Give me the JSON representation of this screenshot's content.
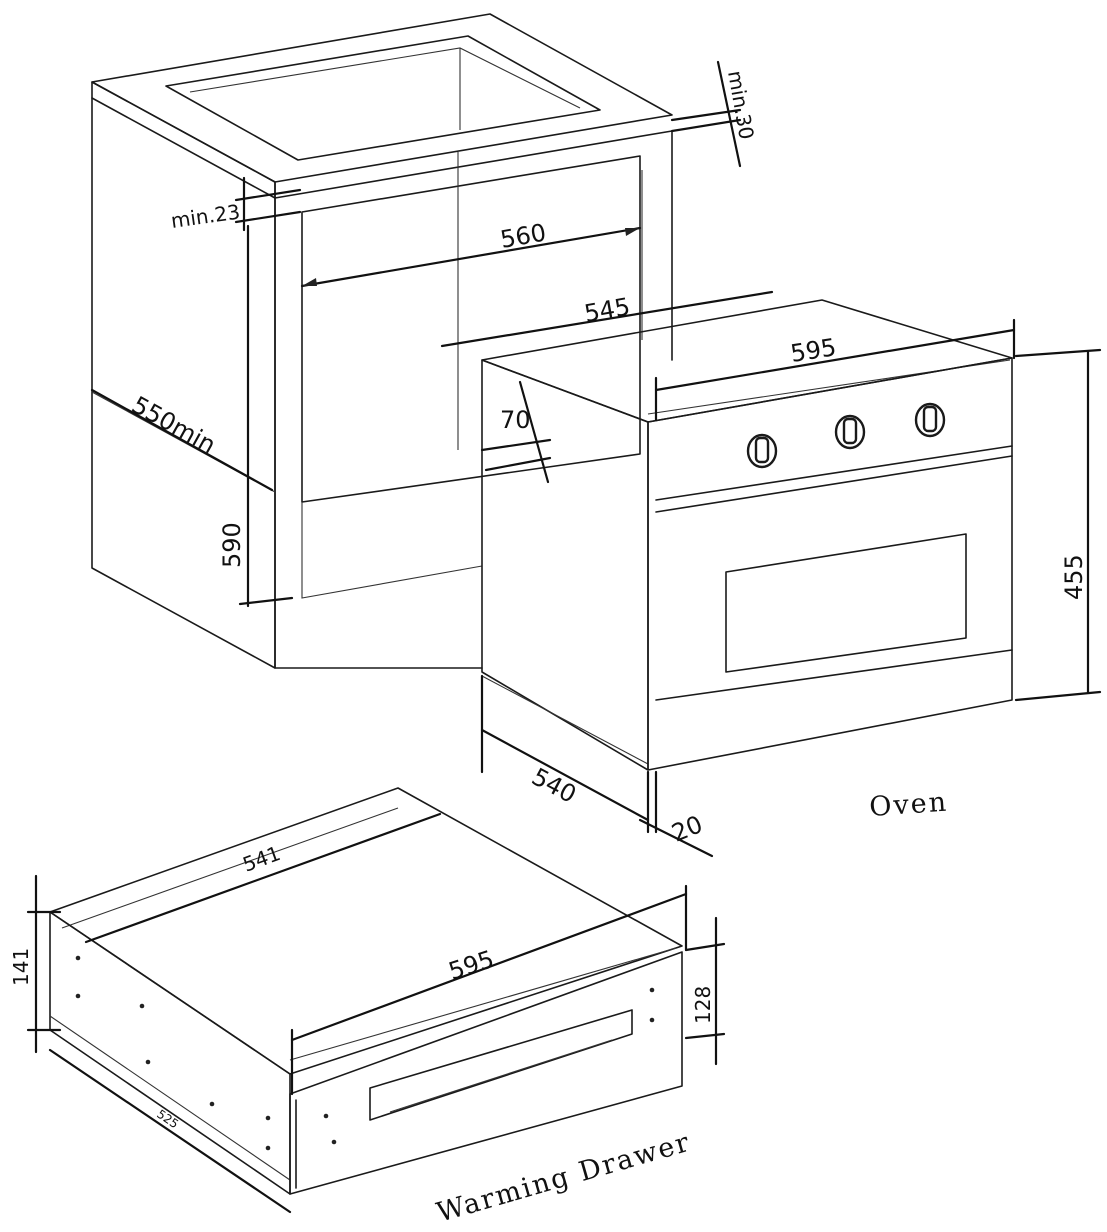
{
  "cabinet": {
    "dim_min_30": "min.30",
    "dim_min_23": "min.23",
    "dim_560": "560",
    "dim_545": "545",
    "dim_550min": "550min",
    "dim_590": "590"
  },
  "oven": {
    "dim_595": "595",
    "dim_70": "70",
    "dim_455": "455",
    "dim_540": "540",
    "dim_20": "20",
    "caption": "Oven"
  },
  "drawer": {
    "dim_541": "541",
    "dim_595": "595",
    "dim_141": "141",
    "dim_128": "128",
    "dim_525": "525",
    "caption": "Warming Drawer"
  }
}
